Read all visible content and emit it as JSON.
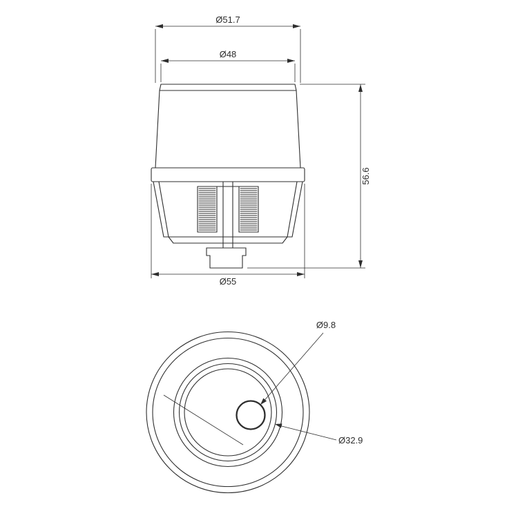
{
  "drawing": {
    "background": "#ffffff",
    "line_color": "#2e2e2e",
    "front": {
      "dim_outer": "Ø51.7",
      "dim_inner": "Ø48",
      "dim_height": "56.6",
      "dim_flange": "Ø55"
    },
    "bottom": {
      "dim_hole": "Ø9.8",
      "dim_ring": "Ø32.9"
    }
  }
}
